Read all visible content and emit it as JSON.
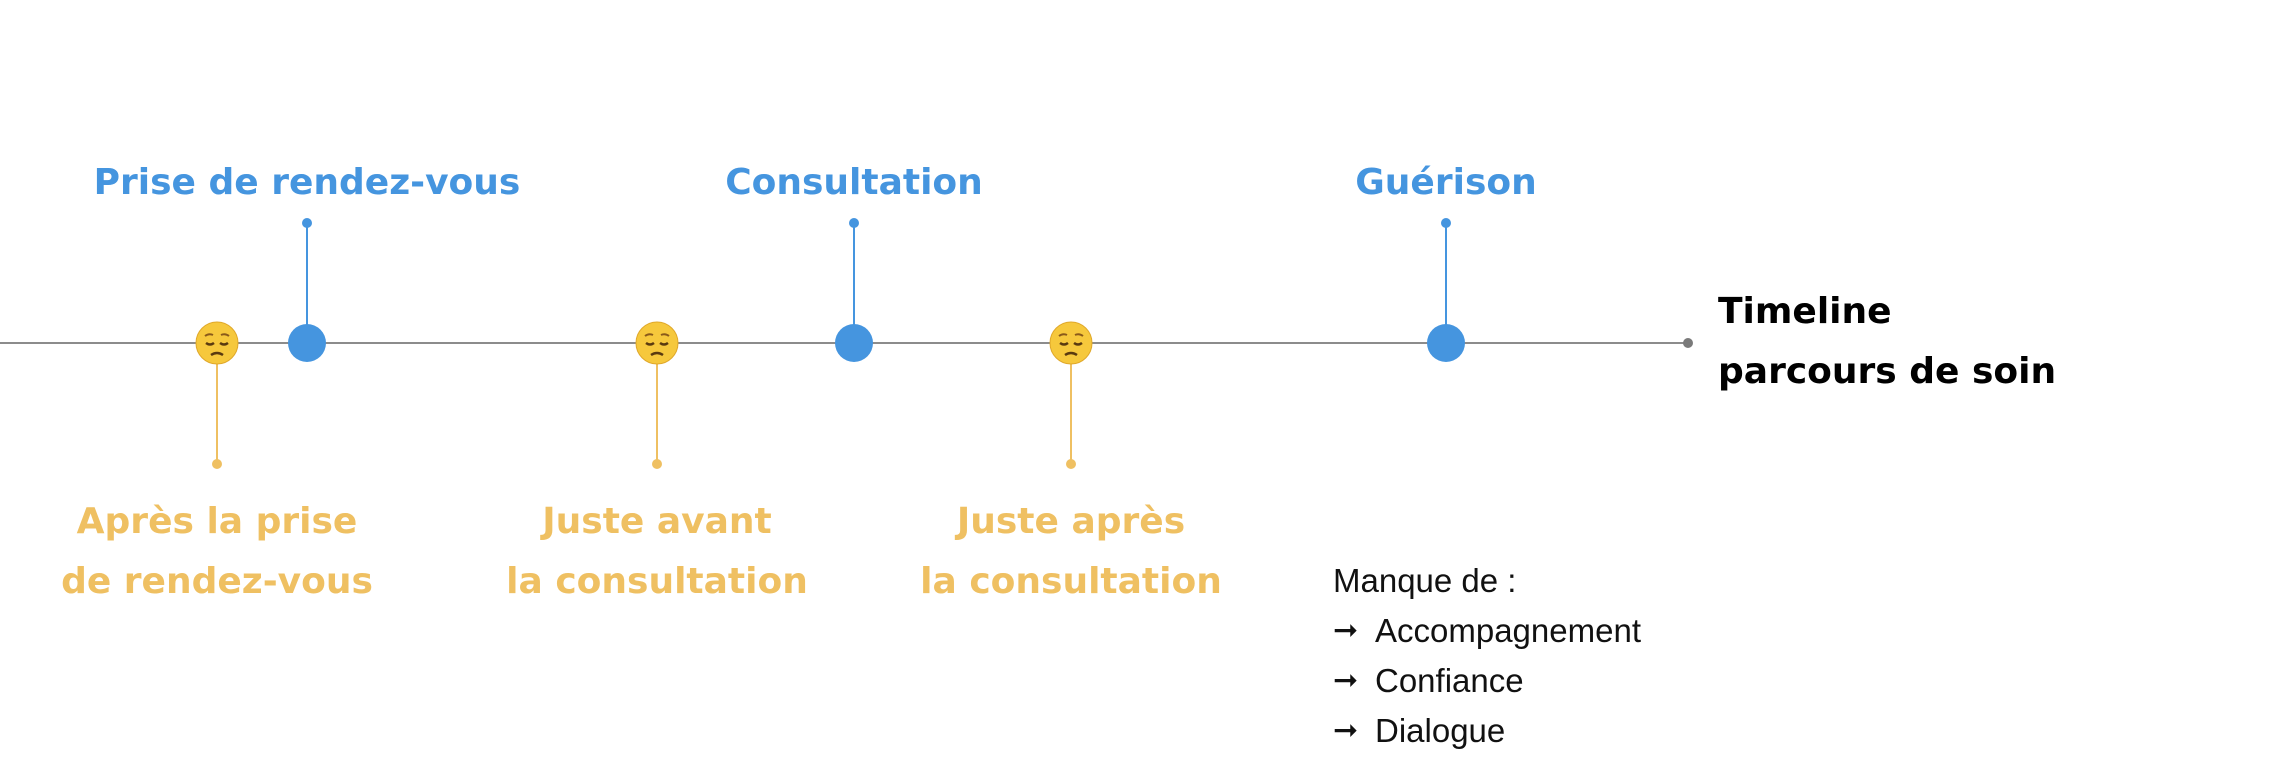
{
  "colors": {
    "line": "#8c8c8c",
    "blue": "#4595df",
    "gold": "#efc062",
    "title": "#000000",
    "text": "#111111",
    "face": "#f5c43a",
    "face_dark": "#8a5a1a"
  },
  "title": {
    "line1": "Timeline",
    "line2": "parcours de soin"
  },
  "milestones": [
    {
      "label": "Prise de rendez-vous"
    },
    {
      "label": "Consultation"
    },
    {
      "label": "Guérison"
    }
  ],
  "pain_points": [
    {
      "line1": "Après la prise",
      "line2": "de rendez-vous",
      "icon": "sad-face-icon"
    },
    {
      "line1": "Juste avant",
      "line2": "la consultation",
      "icon": "sad-face-icon"
    },
    {
      "line1": "Juste après",
      "line2": "la consultation",
      "icon": "sad-face-icon"
    }
  ],
  "note": {
    "heading": "Manque de :",
    "items": [
      "Accompagnement",
      "Confiance",
      "Dialogue"
    ],
    "bullet_icon": "right-arrow-icon",
    "bullet_glyph": "➞"
  }
}
